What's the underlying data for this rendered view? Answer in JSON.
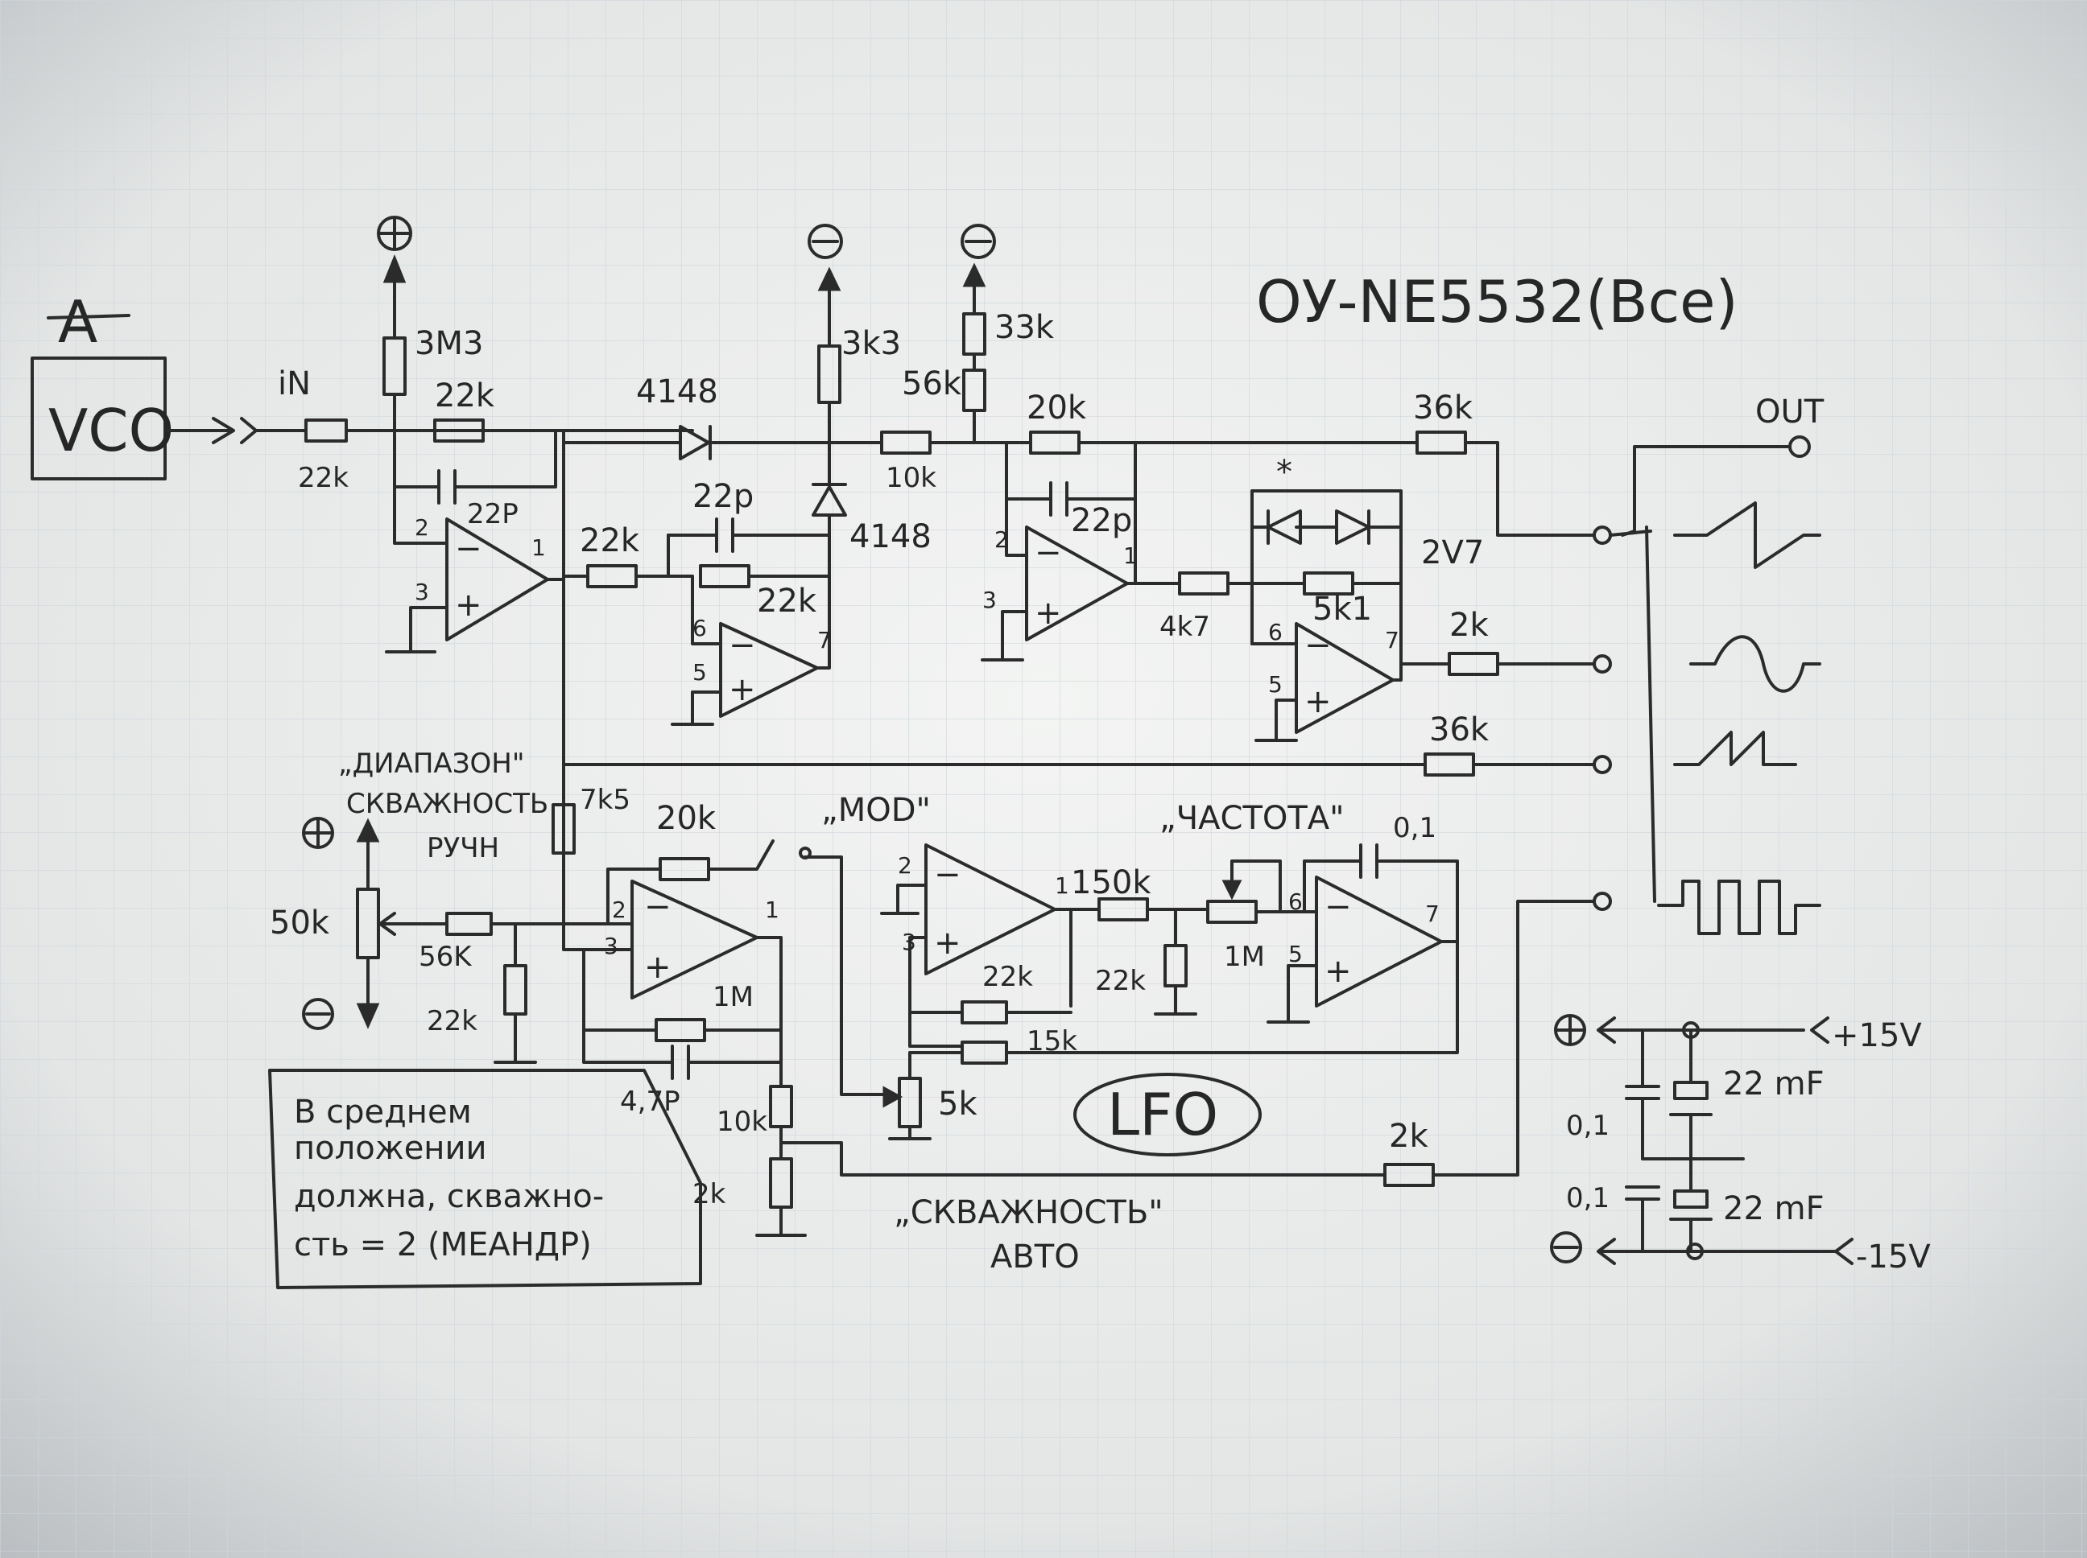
{
  "title": "ОУ-NE5532(Все)",
  "header_mark": "A",
  "vco": "VCO",
  "in_label": "iN",
  "out_label": "OUT",
  "power": {
    "plus": "⊕",
    "minus": "⊖",
    "pos_rail": "+15V",
    "neg_rail": "-15V"
  },
  "components": {
    "r_3m3": "3M3",
    "r_22k_in": "22k",
    "r_22k_fb": "22k",
    "c_22p_a": "22P",
    "d_4148_a": "4148",
    "r_3k3": "3k3",
    "d_4148_b": "4148",
    "c_22p_b": "22p",
    "r_22k_mid": "22k",
    "r_22k_mid2": "22k",
    "r_33k": "33k",
    "r_56k_top": "56k",
    "r_10k": "10k",
    "r_20k_top": "20k",
    "c_22p_c": "22p",
    "r_4k7": "4k7",
    "zener": "2V7",
    "zener_mark": "*",
    "r_5k1": "5k1",
    "r_36k_top": "36k",
    "r_2k_sine": "2k",
    "r_36k_low": "36k",
    "r_7k5": "7k5",
    "r_20k_mod": "20k",
    "pot_50k": "50k",
    "r_56k_low": "56K",
    "r_22k_low": "22k",
    "r_1m_fb": "1M",
    "c_4_7p": "4,7P",
    "r_10k_div": "10k",
    "r_2k_div": "2k",
    "r_150k": "150k",
    "r_22k_lfo": "22k",
    "r_22k_lfo2": "22k",
    "r_15k": "15k",
    "pot_5k": "5k",
    "pot_1m": "1M",
    "c_0_1_lfo": "0,1",
    "r_2k_pwm": "2k",
    "c_0_1_a": "0,1",
    "c_0_1_b": "0,1",
    "c_22mf_a": "22 mF",
    "c_22mf_b": "22 mF"
  },
  "pins": {
    "u1_inv": "2",
    "u1_non": "3",
    "u1_out": "1",
    "u2_inv": "6",
    "u2_non": "5",
    "u2_out": "7",
    "u3_inv": "2",
    "u3_non": "3",
    "u3_out": "1",
    "u4_inv": "6",
    "u4_non": "5",
    "u4_out": "7",
    "u5_inv": "2",
    "u5_non": "3",
    "u5_out": "1",
    "u6_inv": "2",
    "u6_non": "3",
    "u6_out": "1",
    "u7_inv": "6",
    "u7_non": "5",
    "u7_out": "7"
  },
  "labels": {
    "range": "„ДИАПАЗОН\"",
    "duty_manual_1": "СКВАЖНОСТЬ",
    "duty_manual_2": "РУЧН",
    "mod": "„MOD\"",
    "freq": "„ЧАСТОТА\"",
    "lfo": "LFO",
    "duty_auto_1": "„СКВАЖНОСТЬ\"",
    "duty_auto_2": "АВТО"
  },
  "note": {
    "line1": "В среднем",
    "line2": "положении",
    "line3": "должна, скважно-",
    "line4": "сть = 2 (МЕАНДР)"
  },
  "colors": {
    "paper": "#ecedec",
    "ink": "#2b2b2b"
  }
}
